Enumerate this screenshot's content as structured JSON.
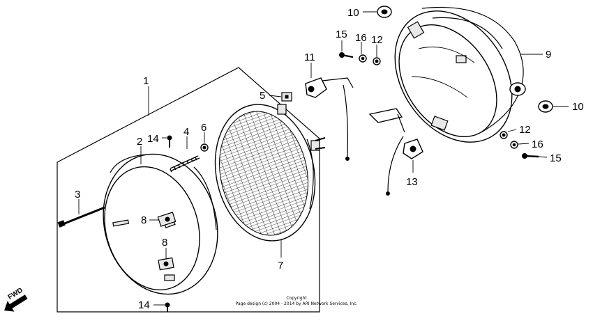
{
  "diagram": {
    "callouts": [
      {
        "id": "c1",
        "label": "1"
      },
      {
        "id": "c2",
        "label": "2"
      },
      {
        "id": "c3",
        "label": "3"
      },
      {
        "id": "c4",
        "label": "4"
      },
      {
        "id": "c5",
        "label": "5"
      },
      {
        "id": "c6",
        "label": "6"
      },
      {
        "id": "c7",
        "label": "7"
      },
      {
        "id": "c8a",
        "label": "8"
      },
      {
        "id": "c8b",
        "label": "8"
      },
      {
        "id": "c9",
        "label": "9"
      },
      {
        "id": "c10a",
        "label": "10"
      },
      {
        "id": "c10b",
        "label": "10"
      },
      {
        "id": "c11",
        "label": "11"
      },
      {
        "id": "c12a",
        "label": "12"
      },
      {
        "id": "c12b",
        "label": "12"
      },
      {
        "id": "c13",
        "label": "13"
      },
      {
        "id": "c14a",
        "label": "14"
      },
      {
        "id": "c14b",
        "label": "14"
      },
      {
        "id": "c15a",
        "label": "15"
      },
      {
        "id": "c15b",
        "label": "15"
      },
      {
        "id": "c16a",
        "label": "16"
      },
      {
        "id": "c16b",
        "label": "16"
      }
    ],
    "fwd_label": "FWD",
    "copyright_line1": "Copyright",
    "copyright_line2": "Page design (c) 2004 - 2014 by ARI Network Services, Inc."
  }
}
